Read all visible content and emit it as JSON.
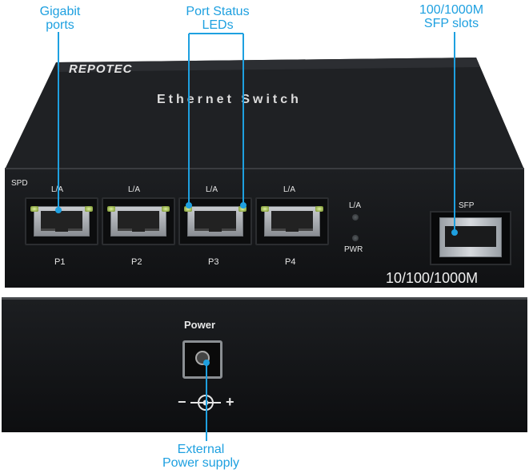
{
  "callouts": {
    "gigabit_ports": [
      "Gigabit",
      "ports"
    ],
    "port_status_leds": [
      "Port Status",
      "LEDs"
    ],
    "sfp_slots": [
      "100/1000M",
      "SFP slots"
    ],
    "external_power": [
      "External",
      "Power supply"
    ]
  },
  "device": {
    "brand": "REPOTEC",
    "name": "Ethernet Switch",
    "spd_label": "SPD",
    "la_label": "L/A",
    "ports": [
      "P1",
      "P2",
      "P3",
      "P4"
    ],
    "status_led_la": "L/A",
    "status_led_pwr": "PWR",
    "sfp_label": "SFP",
    "speed_label": "10/100/1000M",
    "power_label": "Power",
    "polarity_minus": "−",
    "polarity_plus": "+"
  },
  "colors": {
    "callout": "#1ea0e0",
    "chassis": "#1a1c1f",
    "led_active": "#b7d24a"
  }
}
